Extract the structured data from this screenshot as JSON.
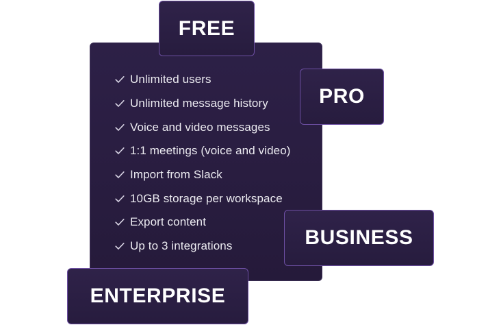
{
  "panel": {
    "features": [
      {
        "label": "Unlimited users",
        "icon": "check-icon"
      },
      {
        "label": "Unlimited message history",
        "icon": "check-icon"
      },
      {
        "label": "Voice and video messages",
        "icon": "check-icon"
      },
      {
        "label": "1:1 meetings (voice and video)",
        "icon": "check-icon"
      },
      {
        "label": "Import from Slack",
        "icon": "check-icon"
      },
      {
        "label": "10GB storage per workspace",
        "icon": "check-icon"
      },
      {
        "label": "Export content",
        "icon": "check-icon"
      },
      {
        "label": "Up to 3 integrations",
        "icon": "check-icon"
      }
    ]
  },
  "tiers": {
    "free": "FREE",
    "pro": "PRO",
    "business": "BUSINESS",
    "enterprise": "ENTERPRISE"
  },
  "colors": {
    "panel_background": "#2a1e42",
    "tier_border": "#6d4fa3",
    "text": "#ecebf1",
    "check": "#d8d4e4"
  }
}
